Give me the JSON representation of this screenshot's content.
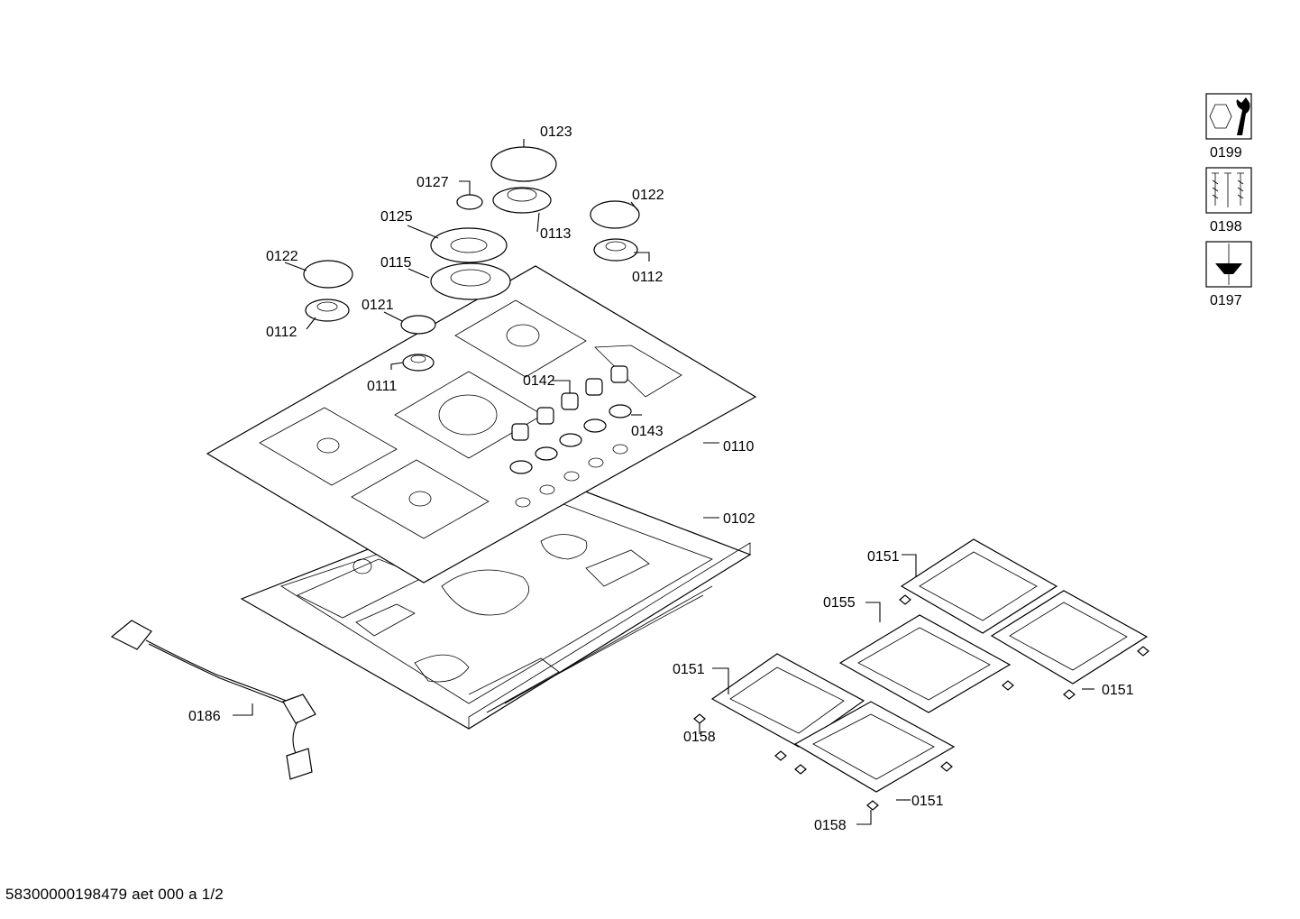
{
  "document_id": "58300000198479 aet 000 a 1/2",
  "callouts": {
    "c0123": "0123",
    "c0127": "0127",
    "c0122a": "0122",
    "c0125": "0125",
    "c0113": "0113",
    "c0122b": "0122",
    "c0115": "0115",
    "c0112a": "0112",
    "c0112b": "0112",
    "c0121": "0121",
    "c0111": "0111",
    "c0142": "0142",
    "c0143": "0143",
    "c0110": "0110",
    "c0102": "0102",
    "c0151a": "0151",
    "c0155": "0155",
    "c0151b": "0151",
    "c0151c": "0151",
    "c0151d": "0151",
    "c0158a": "0158",
    "c0158b": "0158",
    "c0186": "0186",
    "c0199": "0199",
    "c0198": "0198",
    "c0197": "0197"
  },
  "icons": {
    "i0199": "hex-nut-wrench-icon",
    "i0198": "screws-icon",
    "i0197": "screwdriver-icon"
  }
}
